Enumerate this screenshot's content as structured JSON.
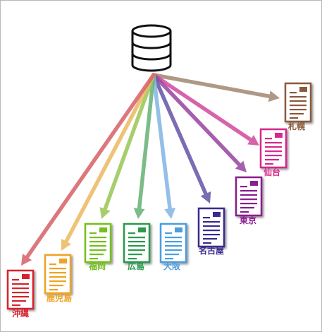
{
  "hub": {
    "icon": "database-icon"
  },
  "nodes": [
    {
      "id": "sapporo",
      "label": "札幌",
      "color": "#8b5a3c",
      "arrow_color": "#a58a75"
    },
    {
      "id": "sendai",
      "label": "仙台",
      "color": "#d8288c",
      "arrow_color": "#d24fa0"
    },
    {
      "id": "tokyo",
      "label": "東京",
      "color": "#8a1f8e",
      "arrow_color": "#9c48a3"
    },
    {
      "id": "nagoya",
      "label": "名古屋",
      "color": "#3b2b8f",
      "arrow_color": "#6a58a8"
    },
    {
      "id": "osaka",
      "label": "大阪",
      "color": "#4a9ee0",
      "arrow_color": "#86b7e4"
    },
    {
      "id": "hiroshima",
      "label": "広島",
      "color": "#2a9a4c",
      "arrow_color": "#6bb378"
    },
    {
      "id": "fukuoka",
      "label": "福岡",
      "color": "#74bf1d",
      "arrow_color": "#9cc859"
    },
    {
      "id": "kagoshima",
      "label": "鹿児島",
      "color": "#eea324",
      "arrow_color": "#ecbb66"
    },
    {
      "id": "okinawa",
      "label": "沖縄",
      "color": "#d8232f",
      "arrow_color": "#d9656c"
    }
  ]
}
